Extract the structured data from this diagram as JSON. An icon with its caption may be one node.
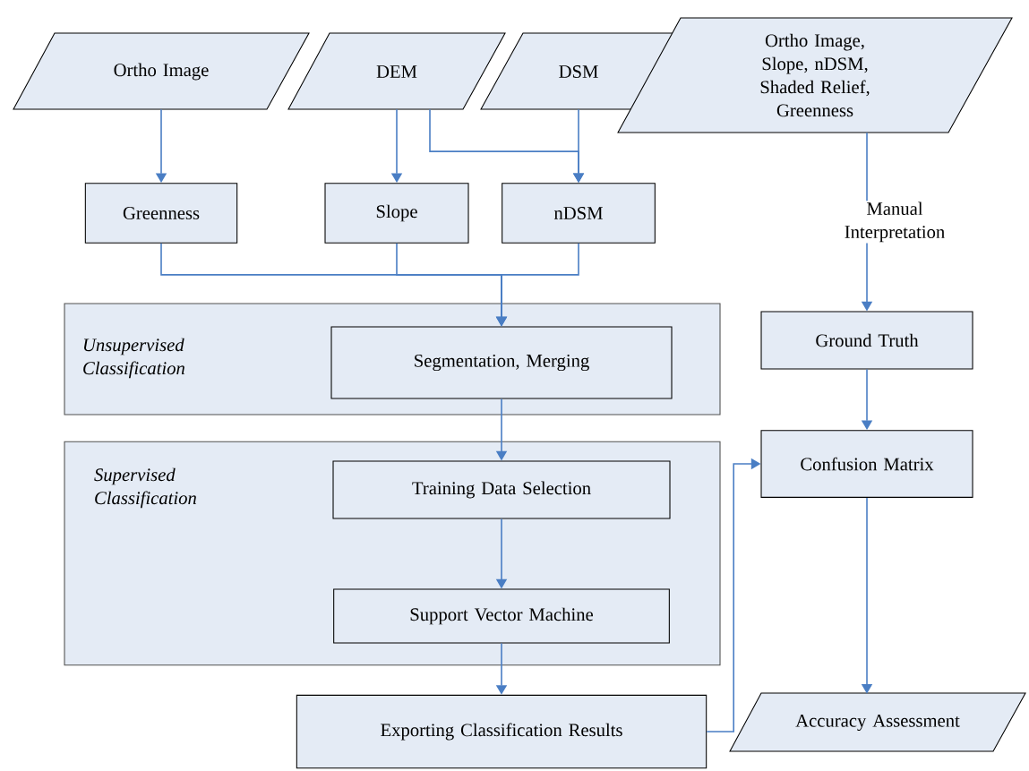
{
  "diagram": {
    "nodes": [
      {
        "text": [
          "Ortho Image"
        ]
      },
      {
        "text": [
          "DEM"
        ]
      },
      {
        "text": [
          "DSM"
        ]
      },
      {
        "text": [
          "Ortho Image, Slope, nDSM, Shaded Relief, Greenness"
        ]
      },
      {
        "text": [
          "Greenness"
        ]
      },
      {
        "text": [
          "Slope"
        ]
      },
      {
        "text": [
          "nDSM"
        ]
      },
      {
        "text": [
          "Unsupervised Classification"
        ]
      },
      {
        "text": [
          "Segmentation, Merging"
        ],
        "in": 7
      },
      {
        "text": [
          "Supervised Classification"
        ]
      },
      {
        "text": [
          "Training Data Selection"
        ],
        "in": 9
      },
      {
        "text": [
          "Support Vector Machine"
        ],
        "in": 9
      },
      {
        "text": [
          "Exporting Classification Results"
        ]
      },
      {
        "text": [
          "Ground Truth"
        ]
      },
      {
        "text": [
          "Confusion Matrix"
        ]
      },
      {
        "text": [
          "Accuracy Assessment"
        ]
      }
    ],
    "edges": [
      {
        "from": 0,
        "to": 4,
        "arrow": "to"
      },
      {
        "from": 1,
        "to": 5,
        "arrow": "to"
      },
      {
        "from": 1,
        "to": 6,
        "arrow": "to"
      },
      {
        "from": 2,
        "to": 6,
        "arrow": "to"
      },
      {
        "from": 4,
        "to": 8,
        "arrow": "to"
      },
      {
        "from": 5,
        "to": 8,
        "arrow": "to"
      },
      {
        "from": 6,
        "to": 8,
        "arrow": "to"
      },
      {
        "from": 8,
        "to": 10,
        "arrow": "to"
      },
      {
        "from": 10,
        "to": 11,
        "arrow": "to"
      },
      {
        "from": 11,
        "to": 12,
        "arrow": "to"
      },
      {
        "from": 3,
        "to": 13,
        "arrow": "to",
        "label": "Manual Interpretation"
      },
      {
        "from": 13,
        "to": 14,
        "arrow": "to"
      },
      {
        "from": 12,
        "to": 14,
        "arrow": "to"
      },
      {
        "from": 14,
        "to": 15,
        "arrow": "to"
      }
    ]
  }
}
